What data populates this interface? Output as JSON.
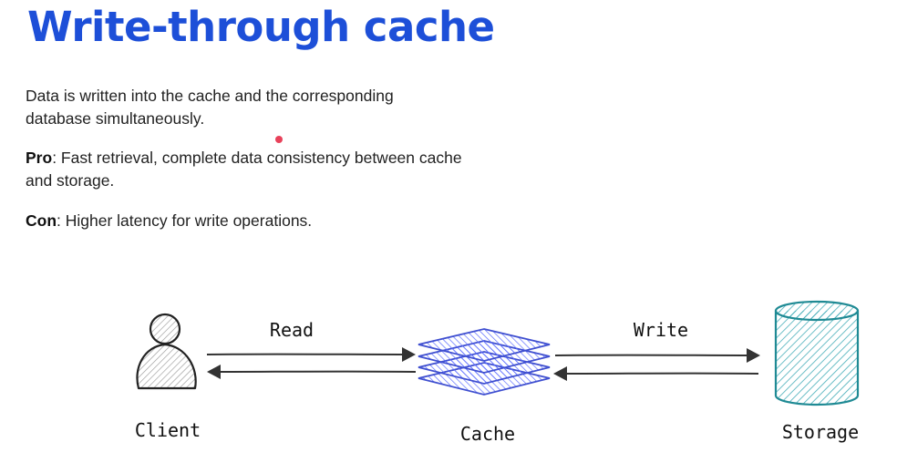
{
  "slide": {
    "title": "Write-through cache",
    "description": "Data is written into the cache and the corresponding database simultaneously.",
    "pro_label": "Pro",
    "pro_text": ": Fast retrieval, complete data consistency between cache and storage.",
    "con_label": "Con",
    "con_text": ": Higher latency for write operations."
  },
  "diagram": {
    "nodes": {
      "client": "Client",
      "cache": "Cache",
      "storage": "Storage"
    },
    "edges": {
      "read": "Read",
      "write": "Write"
    }
  },
  "colors": {
    "title": "#1d4fd8",
    "cache_stroke": "#3f4fd0",
    "cache_hatch": "#5b6cff",
    "storage_stroke": "#1f8a94",
    "storage_hatch": "#3aa8b4",
    "client_stroke": "#222222"
  },
  "icons": {
    "client": "person-icon",
    "cache": "stacked-layers-icon",
    "storage": "database-cylinder-icon"
  }
}
